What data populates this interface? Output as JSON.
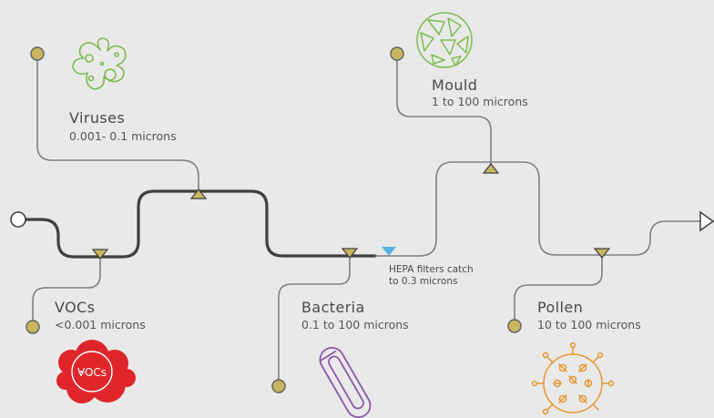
{
  "colors": {
    "background": "#e9e9e9",
    "main_line": "#404040",
    "branch_line": "#808080",
    "marker_gold": "#c8b560",
    "hepa_marker": "#5ab4e0",
    "virus_icon": "#7dbb4f",
    "mould_icon": "#7dbb4f",
    "voc_icon": "#e0262b",
    "bacteria_icon": "#8a5aa8",
    "pollen_icon": "#e8962e"
  },
  "particles": [
    {
      "name": "Viruses",
      "size": "0.001- 0.1 microns",
      "icon": "virus-icon"
    },
    {
      "name": "Mould",
      "size": "1 to 100 microns",
      "icon": "mould-icon"
    },
    {
      "name": "VOCs",
      "size": "<0.001 microns",
      "icon": "voc-icon",
      "icon_text": "VOCs"
    },
    {
      "name": "Bacteria",
      "size": "0.1 to 100 microns",
      "icon": "bacteria-icon"
    },
    {
      "name": "Pollen",
      "size": "10 to 100 microns",
      "icon": "pollen-icon"
    }
  ],
  "hepa": {
    "line1": "HEPA filters catch",
    "line2": "to 0.3 microns"
  }
}
